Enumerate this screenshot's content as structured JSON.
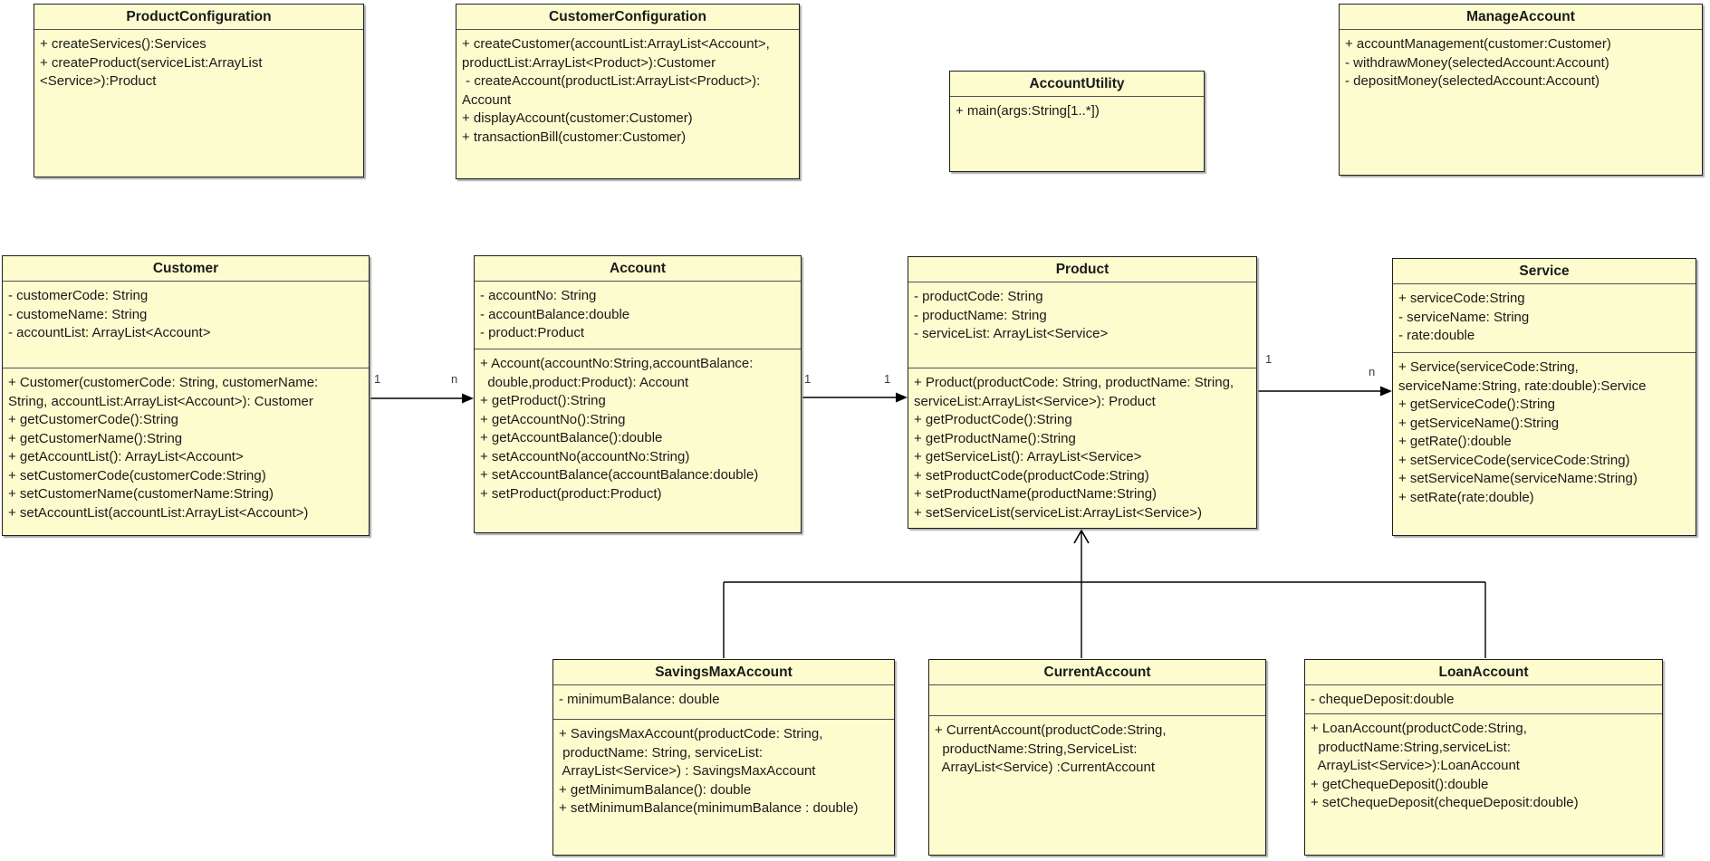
{
  "classes": {
    "product_configuration": {
      "title": "ProductConfiguration",
      "methods": [
        "+ createServices():Services",
        "+ createProduct(serviceList:ArrayList",
        "<Service>):Product"
      ]
    },
    "customer_configuration": {
      "title": "CustomerConfiguration",
      "methods": [
        "+ createCustomer(accountList:ArrayList<Account>,",
        "productList:ArrayList<Product>):Customer",
        " - createAccount(productList:ArrayList<Product>):",
        "Account",
        "+ displayAccount(customer:Customer)",
        "+ transactionBill(customer:Customer)"
      ]
    },
    "account_utility": {
      "title": "AccountUtility",
      "methods": [
        "+ main(args:String[1..*])"
      ]
    },
    "manage_account": {
      "title": "ManageAccount",
      "methods": [
        "+ accountManagement(customer:Customer)",
        "- withdrawMoney(selectedAccount:Account)",
        "- depositMoney(selectedAccount:Account)"
      ]
    },
    "customer": {
      "title": "Customer",
      "attributes": [
        "- customerCode: String",
        "- customeName: String",
        "- accountList: ArrayList<Account>"
      ],
      "methods": [
        "+ Customer(customerCode: String, customerName:",
        "String, accountList:ArrayList<Account>): Customer",
        "+ getCustomerCode():String",
        "+ getCustomerName():String",
        "+ getAccountList(): ArrayList<Account>",
        "+ setCustomerCode(customerCode:String)",
        "+ setCustomerName(customerName:String)",
        "+ setAccountList(accountList:ArrayList<Account>)"
      ]
    },
    "account": {
      "title": "Account",
      "attributes": [
        "- accountNo: String",
        "- accountBalance:double",
        "- product:Product"
      ],
      "methods": [
        "+ Account(accountNo:String,accountBalance:",
        "  double,product:Product): Account",
        "+ getProduct():String",
        "+ getAccountNo():String",
        "+ getAccountBalance():double",
        "+ setAccountNo(accountNo:String)",
        "+ setAccountBalance(accountBalance:double)",
        "+ setProduct(product:Product)"
      ]
    },
    "product": {
      "title": "Product",
      "attributes": [
        "- productCode: String",
        "- productName: String",
        "- serviceList: ArrayList<Service>"
      ],
      "methods": [
        "+ Product(productCode: String, productName: String,",
        "serviceList:ArrayList<Service>): Product",
        "+ getProductCode():String",
        "+ getProductName():String",
        "+ getServiceList(): ArrayList<Service>",
        "+ setProductCode(productCode:String)",
        "+ setProductName(productName:String)",
        "+ setServiceList(serviceList:ArrayList<Service>)"
      ]
    },
    "service": {
      "title": "Service",
      "attributes": [
        "+ serviceCode:String",
        "- serviceName: String",
        "- rate:double"
      ],
      "methods": [
        "+ Service(serviceCode:String,",
        "serviceName:String, rate:double):Service",
        "+ getServiceCode():String",
        "+ getServiceName():String",
        "+ getRate():double",
        "+ setServiceCode(serviceCode:String)",
        "+ setServiceName(serviceName:String)",
        "+ setRate(rate:double)"
      ]
    },
    "savings_max_account": {
      "title": "SavingsMaxAccount",
      "attributes": [
        "- minimumBalance: double"
      ],
      "methods": [
        "+ SavingsMaxAccount(productCode: String,",
        " productName: String, serviceList:",
        " ArrayList<Service>) : SavingsMaxAccount",
        "+ getMinimumBalance(): double",
        "+ setMinimumBalance(minimumBalance : double)"
      ]
    },
    "current_account": {
      "title": "CurrentAccount",
      "attributes": [],
      "methods": [
        "+ CurrentAccount(productCode:String,",
        "  productName:String,ServiceList:",
        "  ArrayList<Service) :CurrentAccount"
      ]
    },
    "loan_account": {
      "title": "LoanAccount",
      "attributes": [
        "- chequeDeposit:double"
      ],
      "methods": [
        "+ LoanAccount(productCode:String,",
        "  productName:String,serviceList:",
        "  ArrayList<Service>):LoanAccount",
        "+ getChequeDeposit():double",
        "+ setChequeDeposit(chequeDeposit:double)"
      ]
    }
  },
  "connectors": {
    "customer_account": {
      "from_label": "1",
      "to_label": "n"
    },
    "account_product": {
      "from_label": "1",
      "to_label": "1"
    },
    "product_service": {
      "from_label": "1",
      "to_label": "n"
    }
  },
  "colors": {
    "box_fill": "#fcfccf",
    "box_border": "#1f1f1f",
    "connector": "#000000"
  }
}
